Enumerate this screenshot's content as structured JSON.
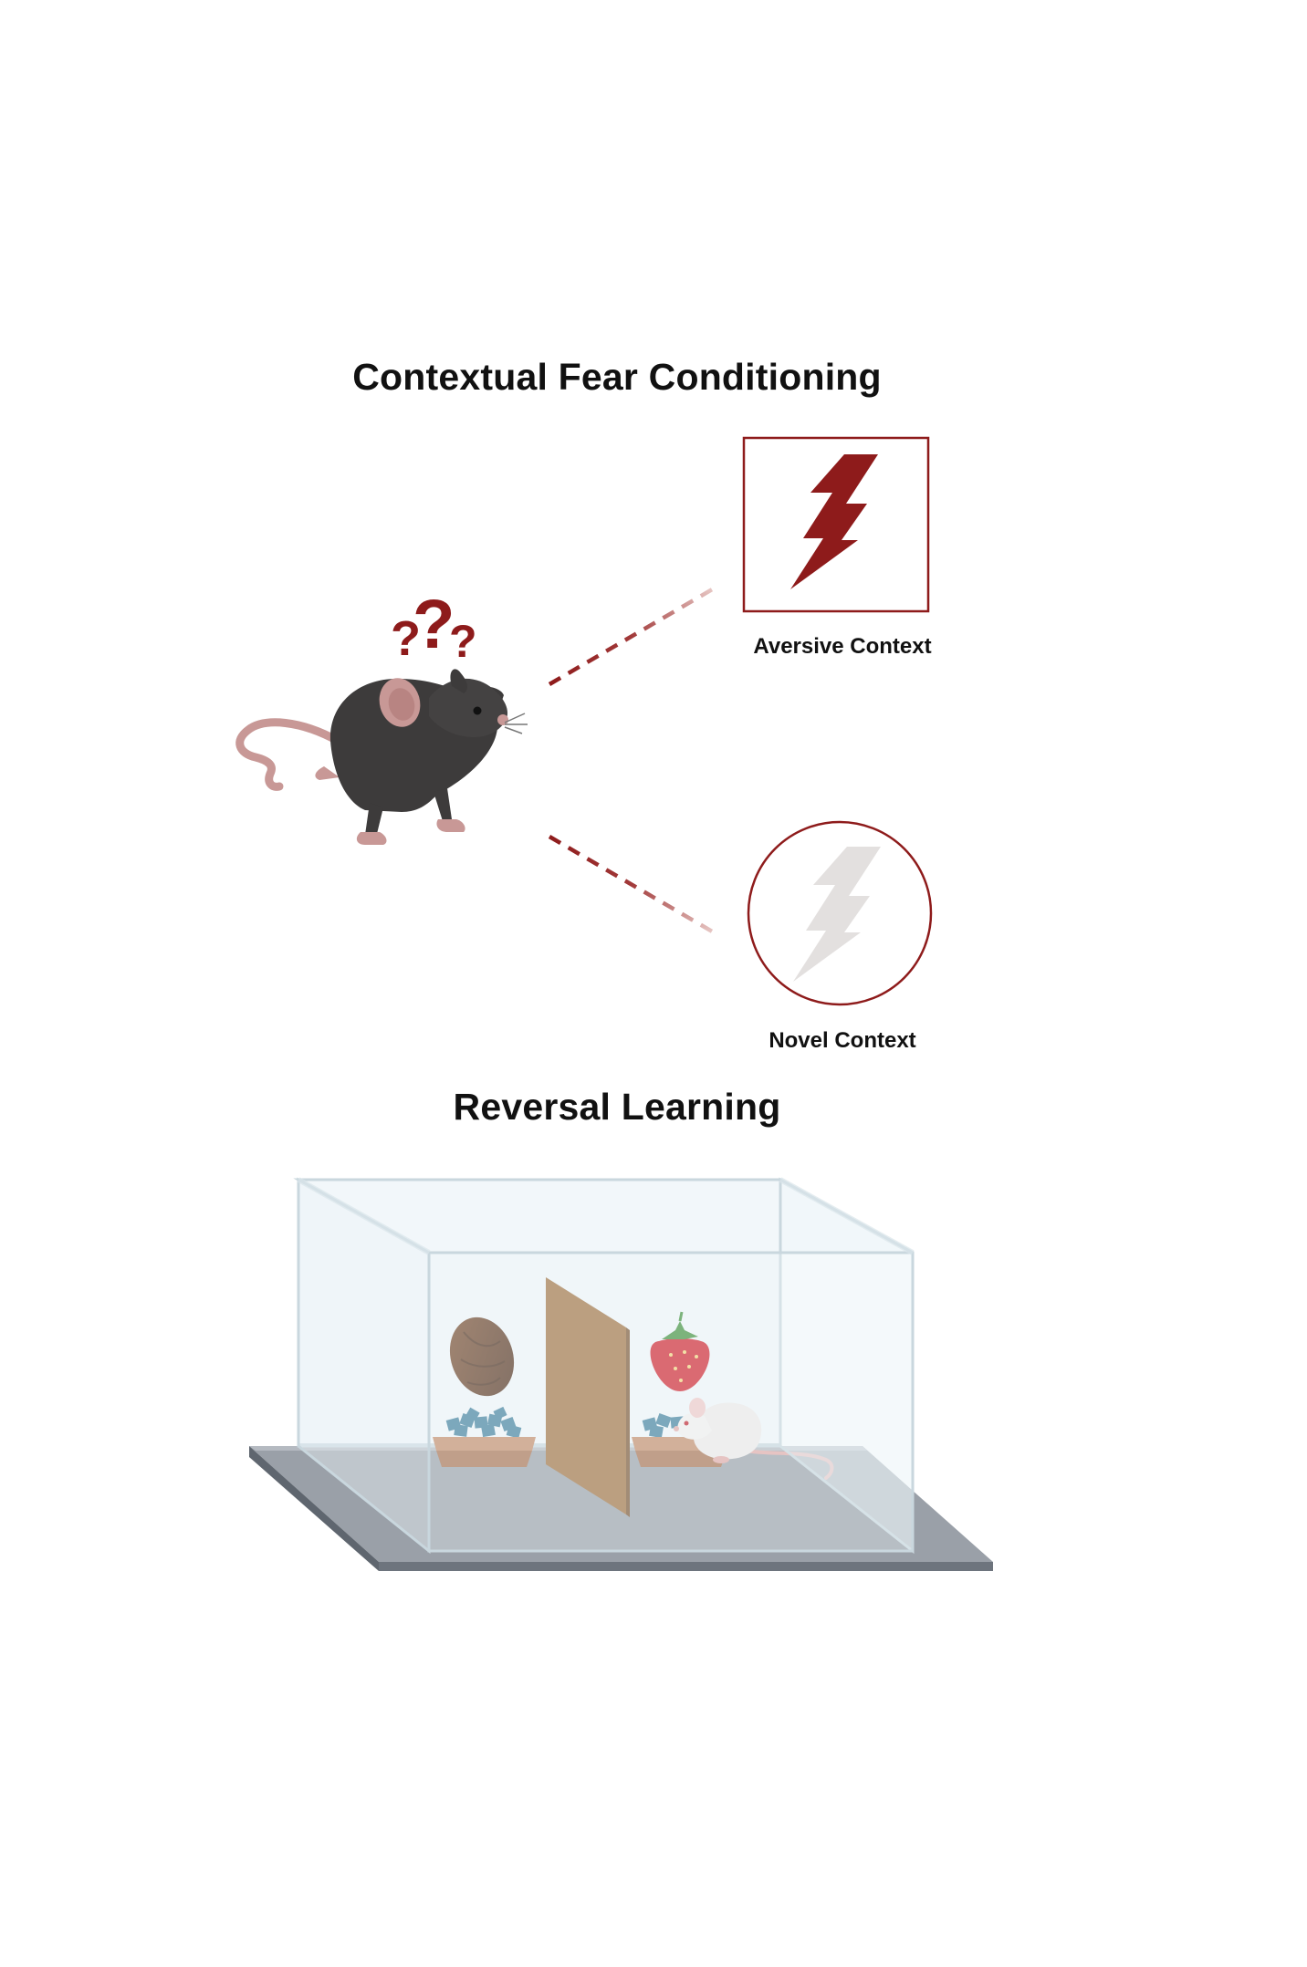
{
  "sections": {
    "fear_conditioning": {
      "title": "Contextual Fear Conditioning",
      "aversive_label": "Aversive Context",
      "novel_label": "Novel Context"
    },
    "reversal_learning": {
      "title": "Reversal Learning"
    }
  },
  "colors": {
    "accent_red": "#8e1b1b",
    "muted_red": "#a23a3a",
    "mouse_dark": "#3d3b3b",
    "mouse_pink": "#c89896",
    "bolt_faded": "#e3e0df",
    "floor": "#9aa0a8",
    "floor_edge": "#5f666f",
    "glass": "#eef5f8",
    "glass_edge": "#c9d7de",
    "divider": "#a0703f",
    "bowl": "#c48a68",
    "pellets": "#3f7f9c",
    "white_mouse": "#eeeae8"
  },
  "icons": {
    "question": "question-mark-icon",
    "bolt": "lightning-bolt-icon"
  }
}
